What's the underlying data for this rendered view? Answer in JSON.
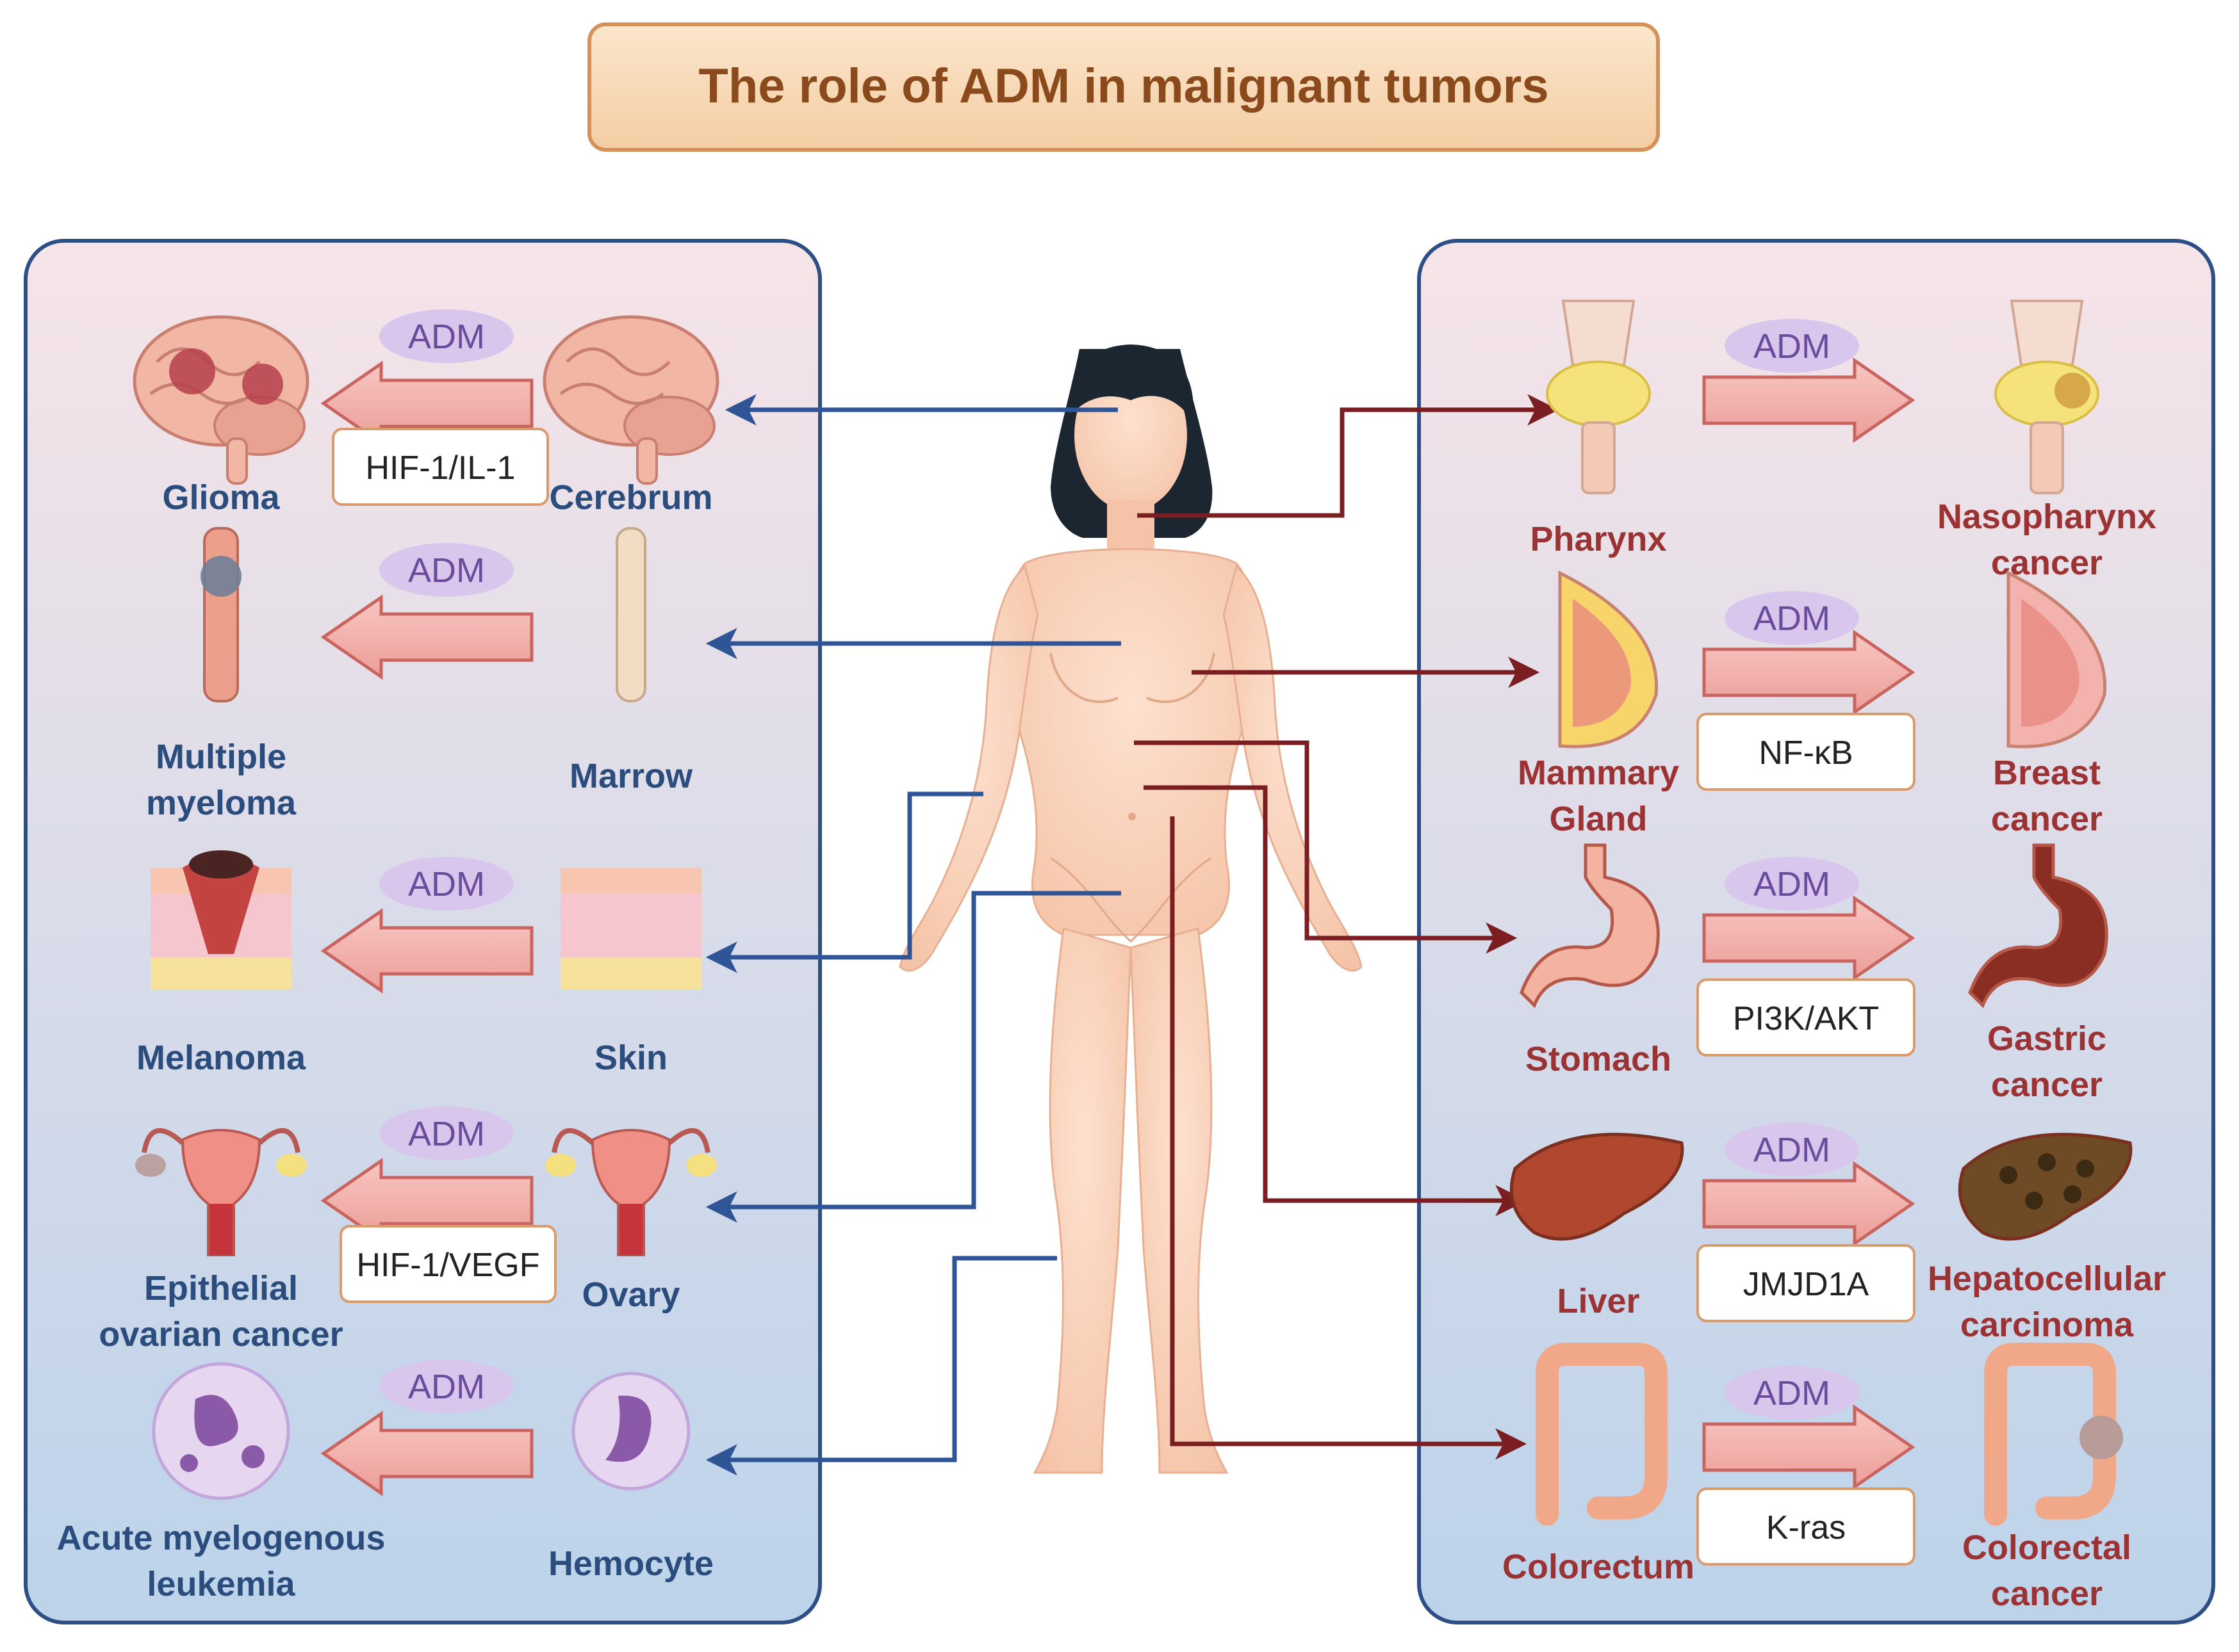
{
  "title": "The role of ADM in malignant tumors",
  "adm_label": "ADM",
  "colors": {
    "title_fill": "#f7d7b3",
    "title_border": "#d4925a",
    "panel_border": "#2e4f86",
    "left_text": "#2b4d7e",
    "right_text": "#9b3334",
    "left_connector": "#2f5597",
    "right_connector": "#7b1e22",
    "adm_fill": "#d9c6ec",
    "arrow_fill": "#f2aaa6"
  },
  "left_panel": {
    "rows": [
      {
        "tumor": [
          "Glioma"
        ],
        "origin": [
          "Cerebrum"
        ],
        "pathway": "HIF-1/IL-1",
        "tumor_icon": "glioma-brain-icon",
        "origin_icon": "brain-icon"
      },
      {
        "tumor": [
          "Multiple",
          "myeloma"
        ],
        "origin": [
          "Marrow"
        ],
        "pathway": "",
        "tumor_icon": "myeloma-bone-icon",
        "origin_icon": "bone-icon"
      },
      {
        "tumor": [
          "Melanoma"
        ],
        "origin": [
          "Skin"
        ],
        "pathway": "",
        "tumor_icon": "melanoma-skin-icon",
        "origin_icon": "skin-icon"
      },
      {
        "tumor": [
          "Epithelial",
          "ovarian cancer"
        ],
        "origin": [
          "Ovary"
        ],
        "pathway": "HIF-1/VEGF",
        "tumor_icon": "ovarian-tumor-icon",
        "origin_icon": "uterus-ovary-icon"
      },
      {
        "tumor": [
          "Acute myelogenous",
          "leukemia"
        ],
        "origin": [
          "Hemocyte"
        ],
        "pathway": "",
        "tumor_icon": "leukemia-cell-icon",
        "origin_icon": "blood-cell-icon"
      }
    ]
  },
  "right_panel": {
    "rows": [
      {
        "origin": [
          "Pharynx"
        ],
        "tumor": [
          "Nasopharynx",
          "cancer"
        ],
        "pathway": "",
        "origin_icon": "pharynx-icon",
        "tumor_icon": "nasopharynx-tumor-icon"
      },
      {
        "origin": [
          "Mammary",
          "Gland"
        ],
        "tumor": [
          "Breast",
          "cancer"
        ],
        "pathway": "NF-κB",
        "origin_icon": "mammary-gland-icon",
        "tumor_icon": "breast-tumor-icon"
      },
      {
        "origin": [
          "Stomach"
        ],
        "tumor": [
          "Gastric",
          "cancer"
        ],
        "pathway": "PI3K/AKT",
        "origin_icon": "stomach-icon",
        "tumor_icon": "gastric-tumor-icon"
      },
      {
        "origin": [
          "Liver"
        ],
        "tumor": [
          "Hepatocellular",
          "carcinoma"
        ],
        "pathway": "JMJD1A",
        "origin_icon": "liver-icon",
        "tumor_icon": "liver-tumor-icon"
      },
      {
        "origin": [
          "Colorectum"
        ],
        "tumor": [
          "Colorectal",
          "cancer"
        ],
        "pathway": "K-ras",
        "origin_icon": "colon-icon",
        "tumor_icon": "colon-tumor-icon"
      }
    ]
  },
  "center_icon": "human-body-icon"
}
